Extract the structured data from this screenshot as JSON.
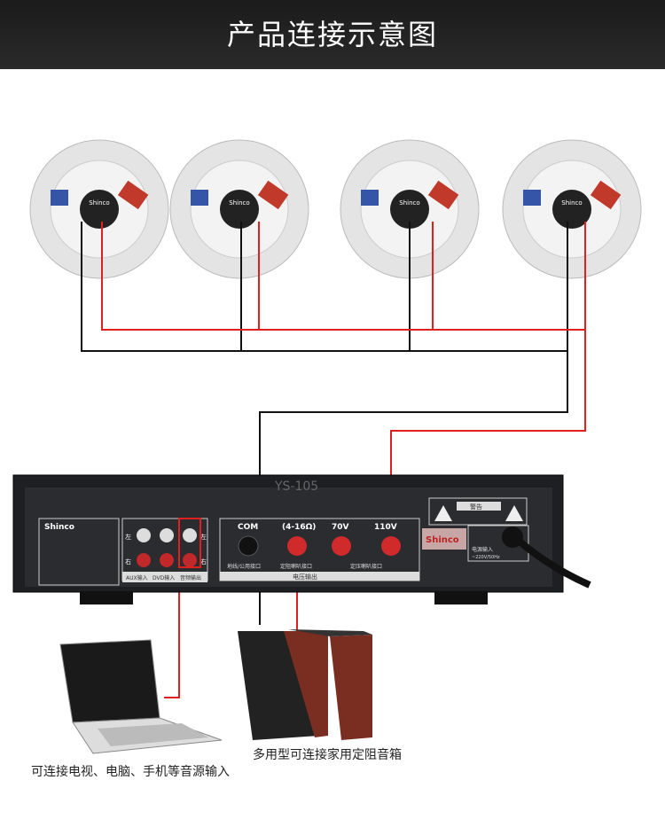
{
  "header": {
    "title": "产品连接示意图"
  },
  "speakers": [
    {
      "brand": "Shinco"
    },
    {
      "brand": "Shinco"
    },
    {
      "brand": "Shinco"
    },
    {
      "brand": "Shinco"
    }
  ],
  "amplifier": {
    "brand": "Shinco",
    "model_mark": "YS-105",
    "left": "左",
    "right": "右",
    "aux_in": "AUX输入",
    "dvd_in": "DVD输入",
    "audio_out": "音频输出",
    "com": "COM",
    "imp": "(4-16Ω)",
    "v70": "70V",
    "v110": "110V",
    "com_label": "地线/公用接口",
    "imp_label": "定阻喇叭接口",
    "volt_label": "定压喇叭接口",
    "volt_out": "电压输出",
    "warning": "警告",
    "power_in": "电源输入",
    "power_spec": "~220V/50Hz"
  },
  "captions": {
    "laptop": "可连接电视、电脑、手机等音源输入",
    "boxes": "多用型可连接家用定阻音箱"
  },
  "colors": {
    "red_wire": "#e0201e",
    "black_wire": "#111111",
    "panel": "#1d1f22"
  }
}
